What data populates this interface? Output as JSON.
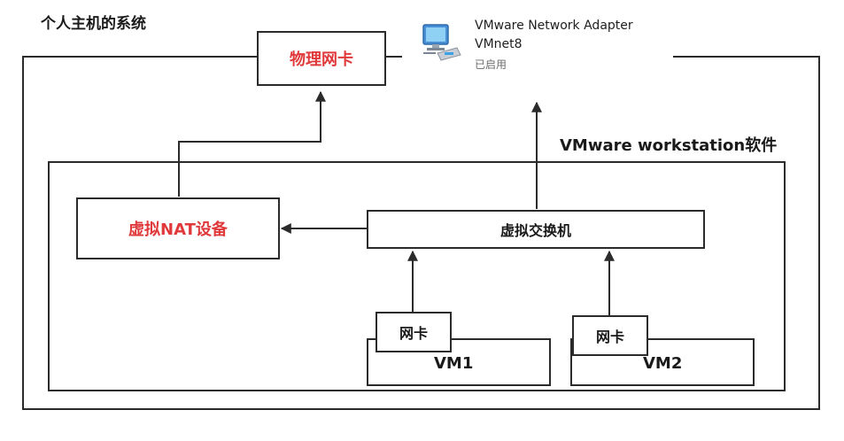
{
  "title": "个人主机的系统",
  "adapter": {
    "icon": "network-adapter-icon",
    "name": "VMware Network Adapter",
    "id": "VMnet8",
    "status": "已启用"
  },
  "physical_nic": "物理网卡",
  "vmware_label": "VMware workstation软件",
  "nat_device": "虚拟NAT设备",
  "virtual_switch": "虚拟交换机",
  "vm1": {
    "label": "VM1",
    "nic": "网卡"
  },
  "vm2": {
    "label": "VM2",
    "nic": "网卡"
  },
  "colors": {
    "accent": "#e0393b",
    "line": "#2b2b2b"
  }
}
